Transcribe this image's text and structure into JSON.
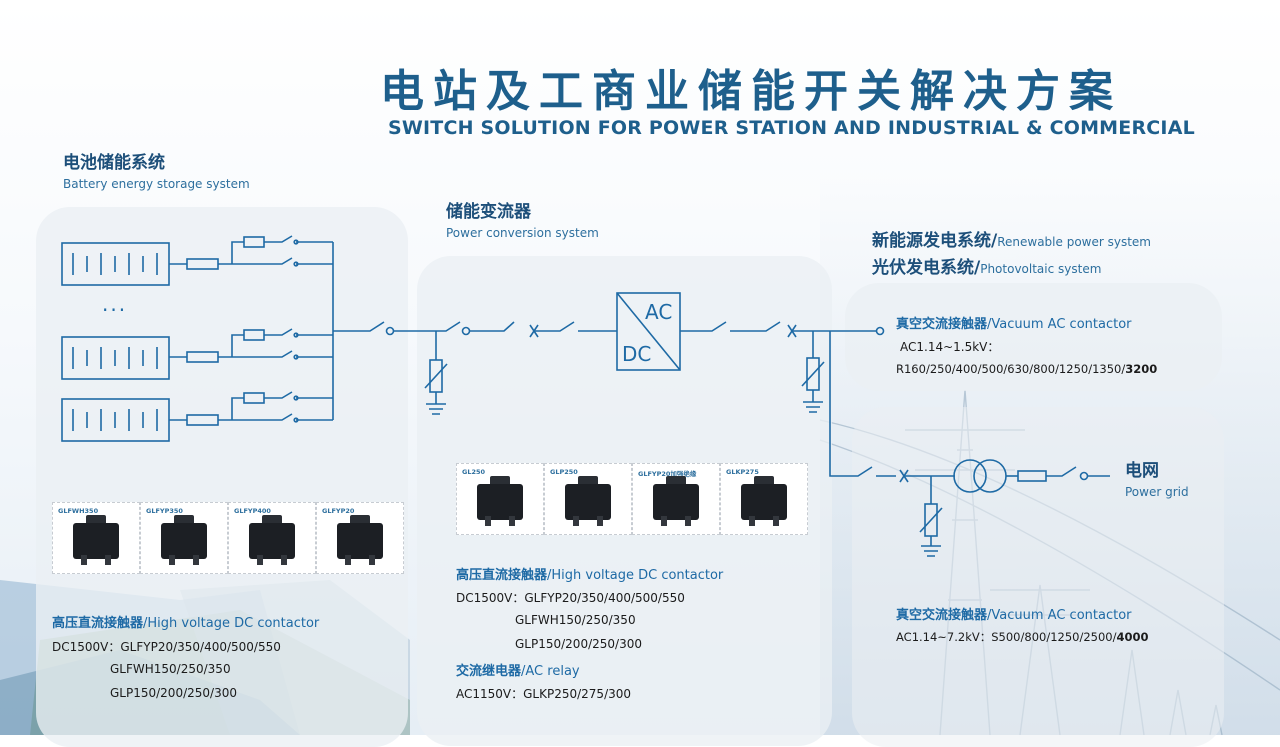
{
  "title": {
    "cn": "电站及工商业储能开关解决方案",
    "en": "SWITCH SOLUTION FOR POWER STATION AND INDUSTRIAL & COMMERCIAL"
  },
  "battery": {
    "cn": "电池储能系统",
    "en": "Battery energy storage system",
    "dots": "···",
    "products": [
      "GLFWH350",
      "GLFYP350",
      "GLFYP400",
      "GLFYP20"
    ],
    "spec_cn": "高压直流接触器",
    "spec_en": "/High voltage DC contactor",
    "line1": "DC1500V：GLFYP20/350/400/500/550",
    "line2": "GLFWH150/250/350",
    "line3": "GLP150/200/250/300"
  },
  "pcs": {
    "cn": "储能变流器",
    "en": "Power conversion system",
    "ac": "AC",
    "dc": "DC",
    "products": [
      "GL250",
      "GLP250",
      "GLFYP20加强绝缘",
      "GLKP275"
    ],
    "spec_cn": "高压直流接触器",
    "spec_en": "/High voltage DC contactor",
    "line1": "DC1500V：GLFYP20/350/400/500/550",
    "line2": "GLFWH150/250/350",
    "line3": "GLP150/200/250/300",
    "relay_cn": "交流继电器",
    "relay_en": "/AC relay",
    "relay_line": "AC1150V：GLKP250/275/300"
  },
  "renewable": {
    "cn1": "新能源发电系统/",
    "en1": "Renewable power system",
    "cn2": "光伏发电系统/",
    "en2": "Photovoltaic system",
    "spec_cn": "真空交流接触器",
    "spec_en": "/Vacuum AC contactor",
    "line1": "AC1.14~1.5kV：",
    "line2": "R160/250/400/500/630/800/1250/1350/",
    "line2_bold": "3200"
  },
  "grid": {
    "cn": "电网",
    "en": "Power grid",
    "spec_cn": "真空交流接触器",
    "spec_en": "/Vacuum AC contactor",
    "line1": "AC1.14~7.2kV：S500/800/1250/2500/",
    "line1_bold": "4000"
  },
  "colors": {
    "line": "#1e6aa5",
    "title": "#1e5f8c",
    "panel": "#ebeff3",
    "contactor": "#1c1f24"
  }
}
